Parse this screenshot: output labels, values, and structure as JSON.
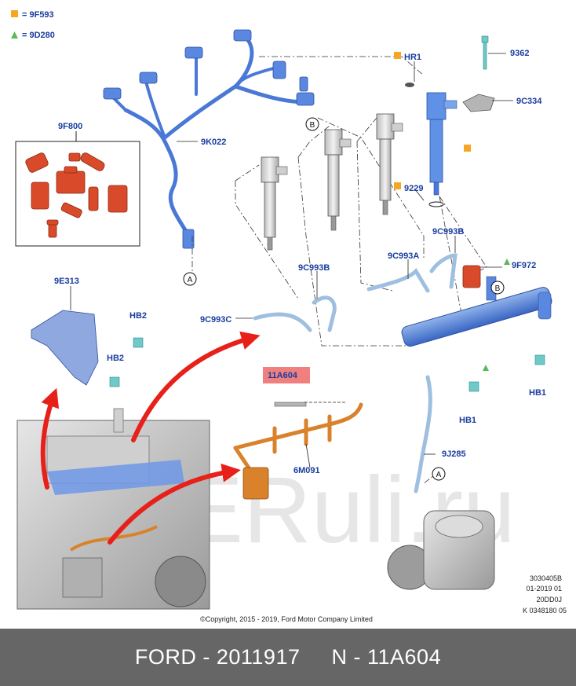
{
  "legend": [
    {
      "symbol": "square",
      "color": "#f5a623",
      "text": "= 9F593"
    },
    {
      "symbol": "triangle",
      "color": "#5cb85c",
      "text": "= 9D280"
    }
  ],
  "callouts": {
    "c9F800": "9F800",
    "c9K022": "9K022",
    "c9E313": "9E313",
    "cHB2a": "HB2",
    "cHB2b": "HB2",
    "c9C993C": "9C993C",
    "c9C993B_1": "9C993B",
    "c9C993A": "9C993A",
    "c9C993B_2": "9C993B",
    "c9F972": "9F972",
    "cHR1": "HR1",
    "c9362": "9362",
    "c9C334": "9C334",
    "c9229": "9229",
    "cHB1a": "HB1",
    "cHB1b": "HB1",
    "c9J285": "9J285",
    "c6M091": "6M091",
    "c11A604": "11A604"
  },
  "circle_labels": {
    "A1": "A",
    "A2": "A",
    "B1": "B",
    "B2": "B"
  },
  "drawing_codes": [
    "3030405B",
    "01-2019 01",
    "20DD0J",
    "K 0348180 05"
  ],
  "watermark": "ERuli.ru",
  "copyright": "©Copyright, 2015 - 2019, Ford Motor Company Limited",
  "footer": {
    "part_left": "FORD - 2011917",
    "part_right": "N - 11A604"
  },
  "colors": {
    "harness_blue": "#4a78d6",
    "fuel_line": "#9fbfe0",
    "highlight": "#f08080",
    "arrow_red": "#e8201a",
    "orange_harness": "#d9822b",
    "red_parts": "#d94a2a",
    "label_blue": "#1a3d9e",
    "footer_bg": "#666666"
  }
}
